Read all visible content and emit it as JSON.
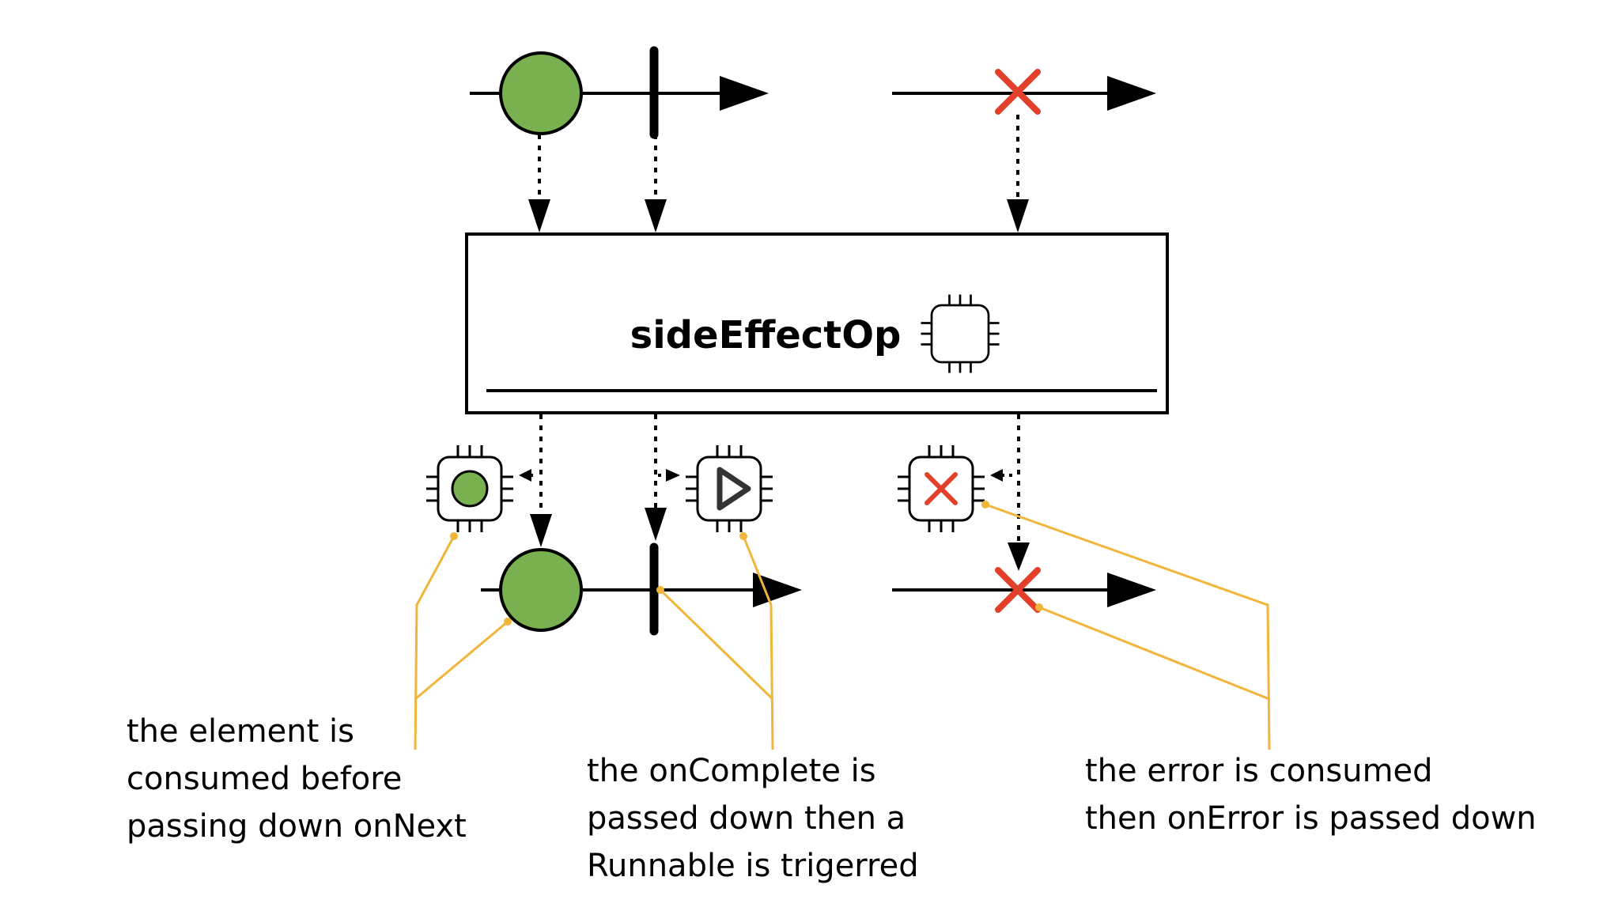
{
  "operator": {
    "name": "sideEffectOp",
    "icon": "chip-icon"
  },
  "colors": {
    "next_item": "#7ab150",
    "error_mark": "#e2402b",
    "callout_line": "#f0b53a",
    "stroke": "#000000"
  },
  "sources": [
    {
      "events": [
        "onNext",
        "onComplete"
      ]
    },
    {
      "events": [
        "onError"
      ]
    }
  ],
  "callbacks": [
    {
      "icon": "chip-circle-icon",
      "event": "onNext"
    },
    {
      "icon": "chip-play-icon",
      "event": "onComplete"
    },
    {
      "icon": "chip-cross-icon",
      "event": "onError"
    }
  ],
  "captions": {
    "onNext": [
      "the element is",
      "consumed before",
      "passing down onNext"
    ],
    "onComplete": [
      "the onComplete is",
      "passed down then a",
      "Runnable is trigerred"
    ],
    "onError": [
      "the error is consumed",
      "then onError is passed down"
    ]
  }
}
